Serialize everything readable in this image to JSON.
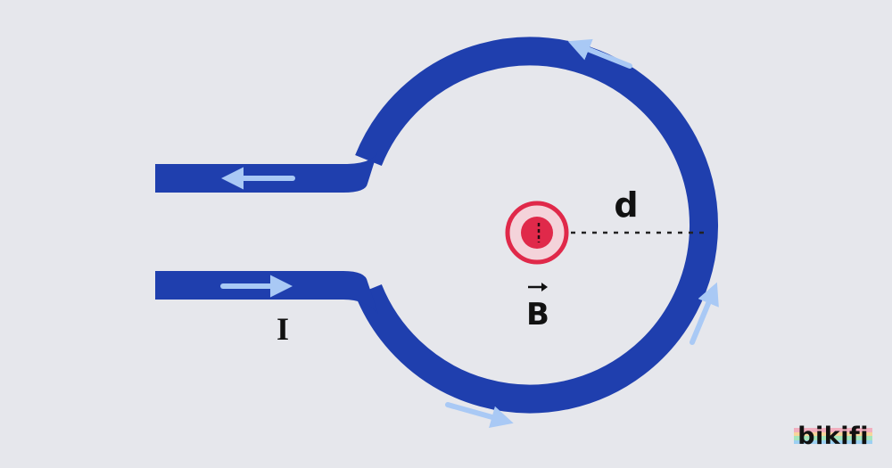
{
  "labels": {
    "current": "I",
    "field": "B",
    "distance": "d"
  },
  "brand": {
    "name": "bikifi",
    "stripe_colors": [
      "#F4A6B8",
      "#FBD38D",
      "#9AE6B4",
      "#90CDF4"
    ]
  },
  "colors": {
    "wire": "#1F3FAE",
    "arrow": "#A9C9F5",
    "field_point": "#E0294A",
    "background": "#E6E7EC"
  },
  "icons": {
    "field_symbol": "dot-out-of-page-icon"
  }
}
